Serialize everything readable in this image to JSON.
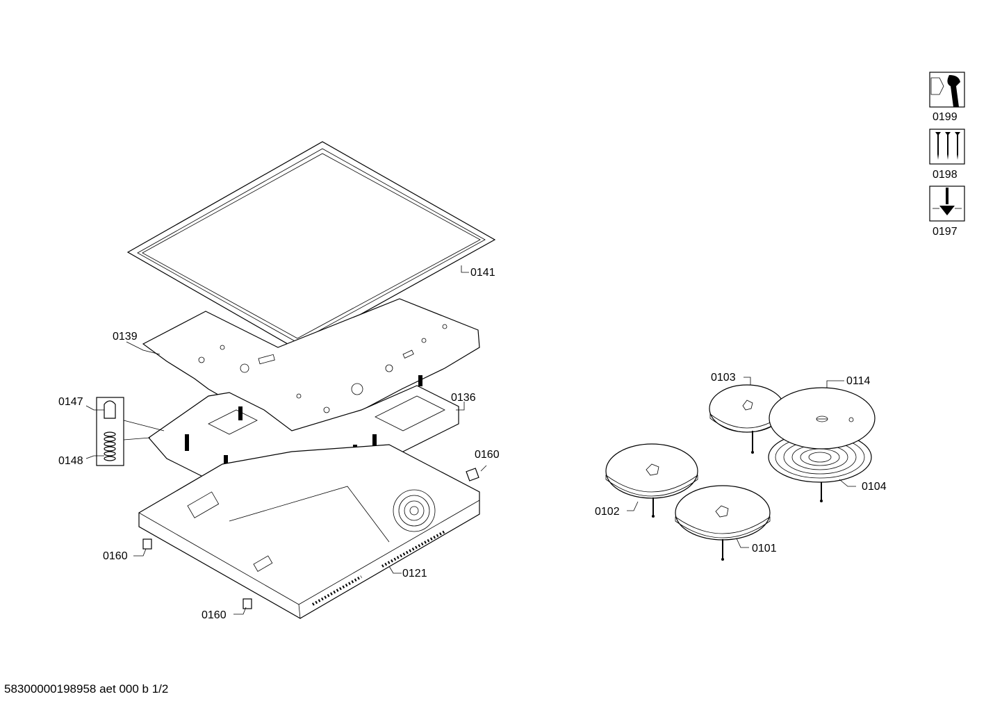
{
  "footer": "58300000198958 aet 000 b 1/2",
  "labels": {
    "p0199": "0199",
    "p0198": "0198",
    "p0197": "0197",
    "p0141": "0141",
    "p0139": "0139",
    "p0136": "0136",
    "p0147": "0147",
    "p0148": "0148",
    "p0160a": "0160",
    "p0160b": "0160",
    "p0160c": "0160",
    "p0121": "0121",
    "p0103": "0103",
    "p0114": "0114",
    "p0104": "0104",
    "p0102": "0102",
    "p0101": "0101"
  },
  "icons": {
    "p0199": "wrench-nut-icon",
    "p0198": "screws-icon",
    "p0197": "screwdriver-icon"
  }
}
